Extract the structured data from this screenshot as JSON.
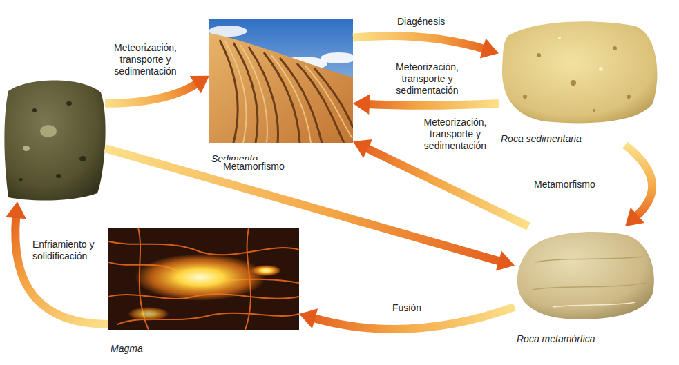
{
  "diagram": {
    "nodes": [
      {
        "text": []
      },
      {
        "text": [
          "Sedimento"
        ]
      },
      {
        "text": [
          "Roca sedimentaria"
        ]
      },
      {
        "text": [
          "Magma"
        ]
      },
      {
        "text": [
          "Roca metamórfica"
        ]
      }
    ],
    "edges": [
      {
        "from": 0,
        "to": 1,
        "label": "Meteorización, transporte y sedimentación",
        "arrow": "to"
      },
      {
        "from": 1,
        "to": 2,
        "label": "Diagénesis",
        "arrow": "to"
      },
      {
        "from": 2,
        "to": 1,
        "label": "Meteorización, transporte y sedimentación",
        "arrow": "to"
      },
      {
        "from": 2,
        "to": 4,
        "label": "Metamorfismo",
        "arrow": "to"
      },
      {
        "from": 0,
        "to": 4,
        "label": "Metamorfismo",
        "arrow": "to"
      },
      {
        "from": 4,
        "to": 1,
        "label": "Meteorización, transporte y sedimentación",
        "arrow": "to"
      },
      {
        "from": 4,
        "to": 3,
        "label": "Fusión",
        "arrow": "to"
      },
      {
        "from": 3,
        "to": 0,
        "label": "Enfriamiento y solidificación",
        "arrow": "to"
      }
    ]
  }
}
